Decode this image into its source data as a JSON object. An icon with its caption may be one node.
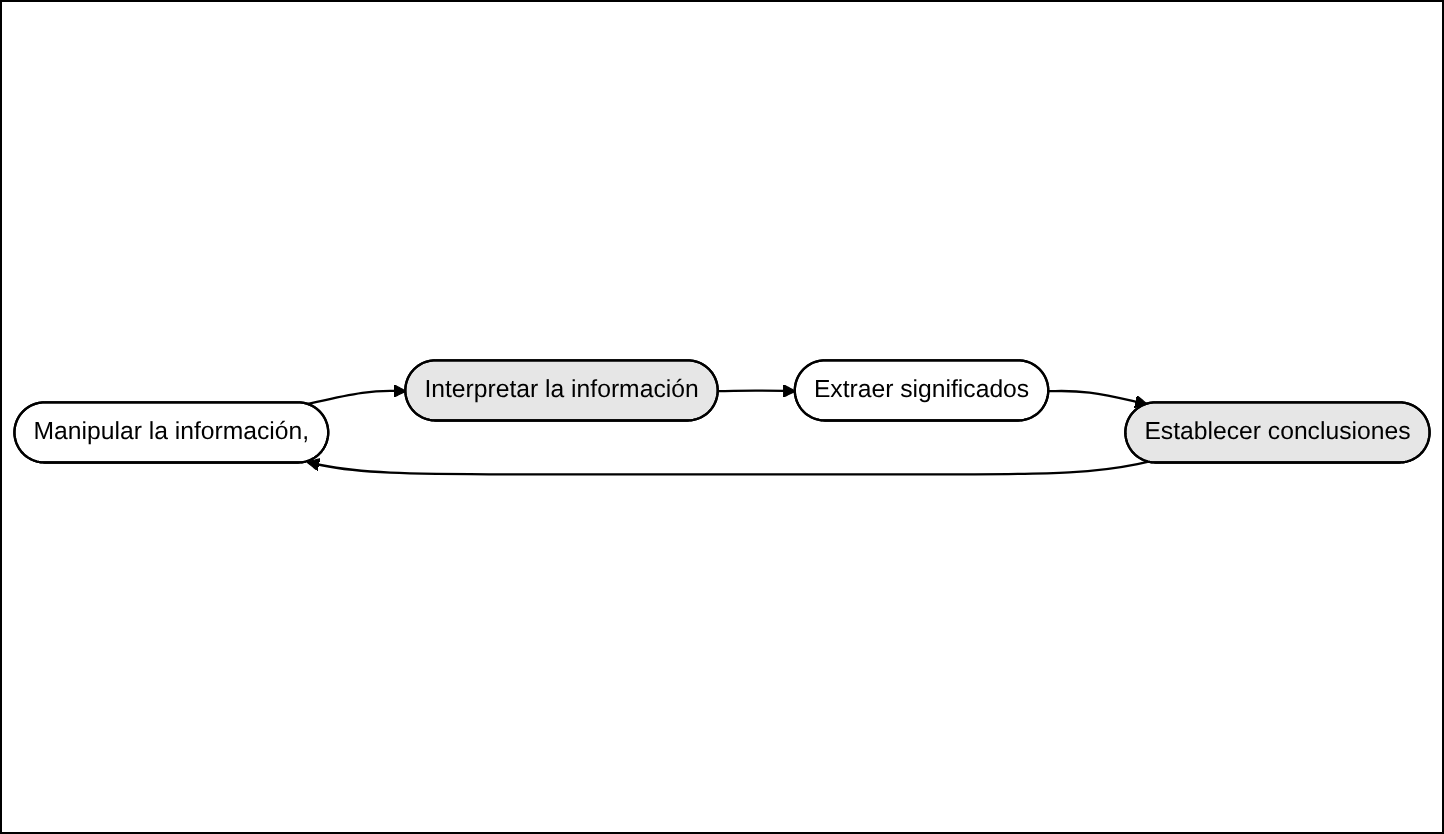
{
  "diagram": {
    "nodes": [
      {
        "text": [
          "Manipular la información,"
        ]
      },
      {
        "text": [
          "Interpretar la información"
        ]
      },
      {
        "text": [
          "Extraer significados"
        ]
      },
      {
        "text": [
          "Establecer conclusiones"
        ]
      }
    ],
    "edges": [
      {
        "from": 0,
        "to": 1,
        "arrow": "to"
      },
      {
        "from": 1,
        "to": 2,
        "arrow": "to"
      },
      {
        "from": 2,
        "to": 3,
        "arrow": "to"
      },
      {
        "from": 3,
        "to": 0,
        "arrow": "to"
      }
    ]
  }
}
